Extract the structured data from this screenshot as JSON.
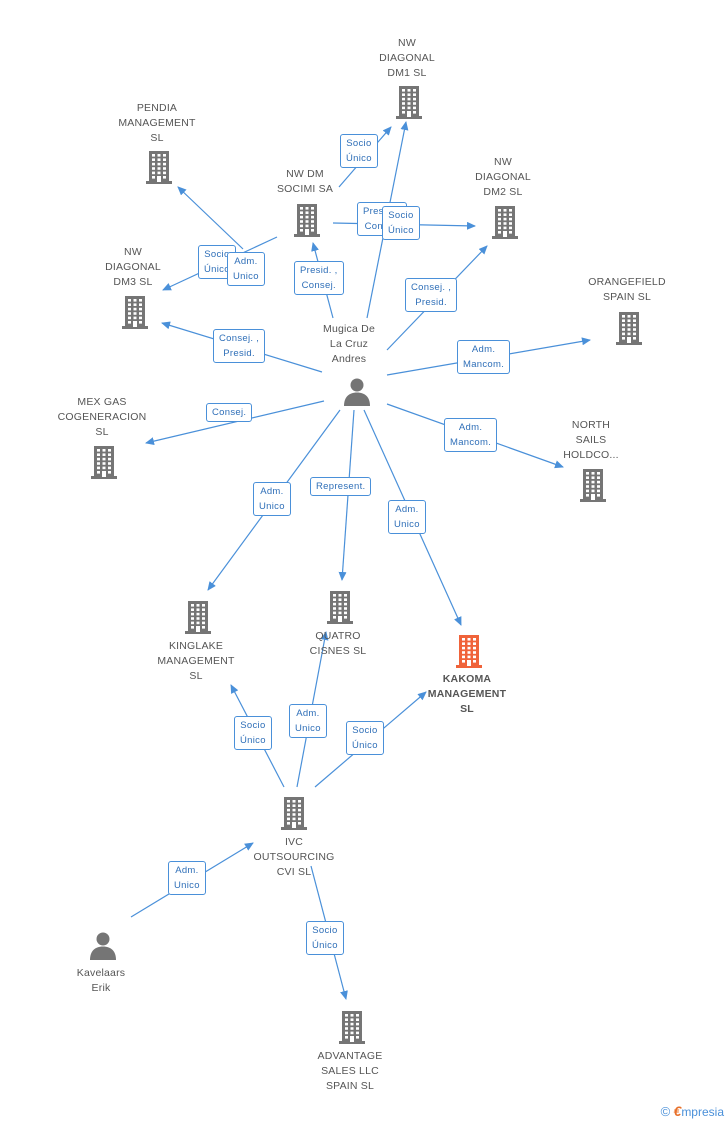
{
  "colors": {
    "edge": "#4a90d9",
    "node": "#757575",
    "highlight": "#f0633a"
  },
  "nodes": [
    {
      "id": "nwdm1",
      "label": "NW\nDIAGONAL\nDM1  SL",
      "type": "company"
    },
    {
      "id": "pendia",
      "label": "PENDIA\nMANAGEMENT\nSL",
      "type": "company"
    },
    {
      "id": "nwdmsocimi",
      "label": "NW DM\nSOCIMI SA",
      "type": "company"
    },
    {
      "id": "nwdm2",
      "label": "NW\nDIAGONAL\nDM2  SL",
      "type": "company"
    },
    {
      "id": "nwdm3",
      "label": "NW\nDIAGONAL\nDM3  SL",
      "type": "company"
    },
    {
      "id": "orangefield",
      "label": "ORANGEFIELD\nSPAIN  SL",
      "type": "company"
    },
    {
      "id": "mugica",
      "label": "Mugica De\nLa Cruz\nAndres",
      "type": "person"
    },
    {
      "id": "mexgas",
      "label": "MEX GAS\nCOGENERACION\nSL",
      "type": "company"
    },
    {
      "id": "northsails",
      "label": "NORTH\nSAILS\nHOLDCO...",
      "type": "company"
    },
    {
      "id": "kinglake",
      "label": "KINGLAKE\nMANAGEMENT\nSL",
      "type": "company"
    },
    {
      "id": "quatro",
      "label": "QUATRO\nCISNES SL",
      "type": "company"
    },
    {
      "id": "kakoma",
      "label": "KAKOMA\nMANAGEMENT\nSL",
      "type": "company",
      "highlight": true
    },
    {
      "id": "ivc",
      "label": "IVC\nOUTSOURCING\nCVI SL",
      "type": "company"
    },
    {
      "id": "kavelaars",
      "label": "Kavelaars\nErik",
      "type": "person"
    },
    {
      "id": "advantage",
      "label": "ADVANTAGE\nSALES LLC\nSPAIN  SL",
      "type": "company"
    }
  ],
  "edge_labels": [
    "Socio\nÚnico",
    "Socio\nÚnico",
    "Adm.\nUnico",
    "Presid. ,\nConsej.",
    "Presid. ,\nConsej.",
    "Socio\nÚnico",
    "Consej. ,\nPresid.",
    "Consej. ,\nPresid.",
    "Adm.\nMancom.",
    "Consej.",
    "Adm.\nMancom.",
    "Adm.\nUnico",
    "Represent.",
    "Adm.\nUnico",
    "Socio\nÚnico",
    "Adm.\nUnico",
    "Socio\nÚnico",
    "Adm.\nUnico",
    "Socio\nÚnico"
  ],
  "brand": {
    "symbol": "©",
    "e": "€",
    "rest": "mpresia"
  }
}
